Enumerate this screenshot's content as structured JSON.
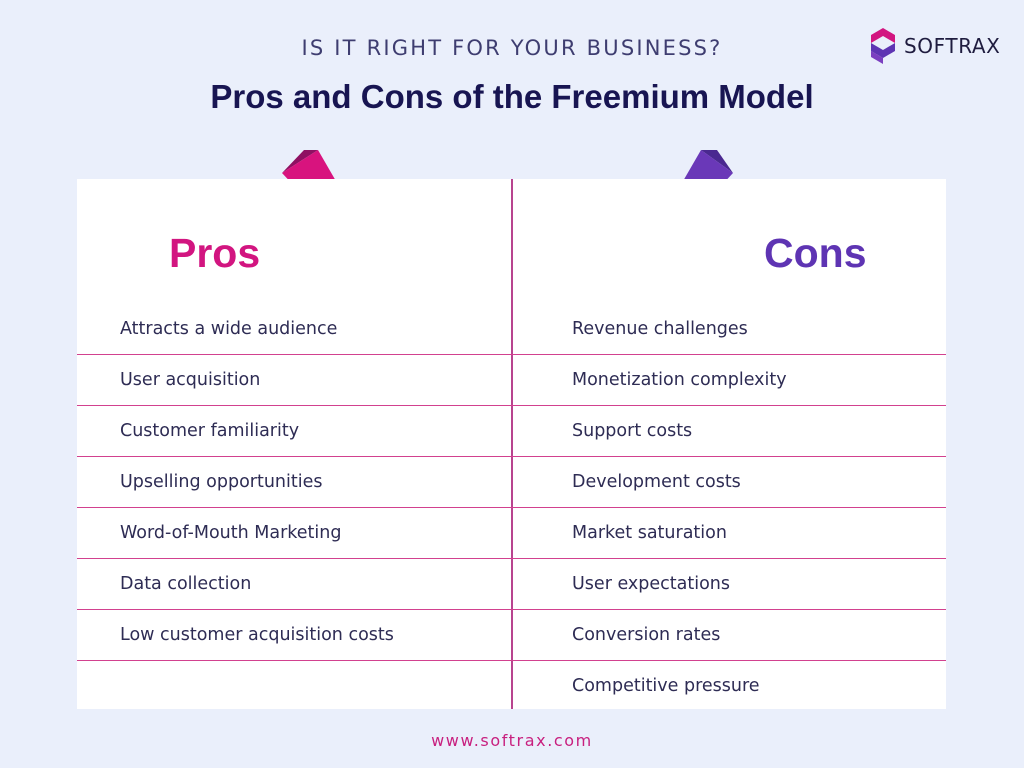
{
  "header": {
    "eyebrow": "IS IT RIGHT FOR YOUR BUSINESS?",
    "title": "Pros and Cons of the Freemium Model"
  },
  "brand": {
    "name": "SOFTRAX",
    "logo_icon": "s-hexagon-logo",
    "colors": {
      "pink": "#d21580",
      "purple": "#5e34b3",
      "navy": "#181552"
    }
  },
  "pros": {
    "heading": "Pros",
    "items": [
      "Attracts a wide audience",
      "User acquisition",
      "Customer familiarity",
      "Upselling opportunities",
      "Word-of-Mouth Marketing",
      "Data collection",
      "Low customer acquisition costs",
      ""
    ]
  },
  "cons": {
    "heading": "Cons",
    "items": [
      "Revenue challenges",
      "Monetization complexity",
      "Support costs",
      "Development costs",
      "Market saturation",
      "User expectations",
      "Conversion rates",
      "Competitive pressure"
    ]
  },
  "icons": {
    "pros_arrow": "arrow-down-right-icon",
    "cons_arrow": "arrow-down-left-icon"
  },
  "footer": {
    "url": "www.softrax.com"
  }
}
